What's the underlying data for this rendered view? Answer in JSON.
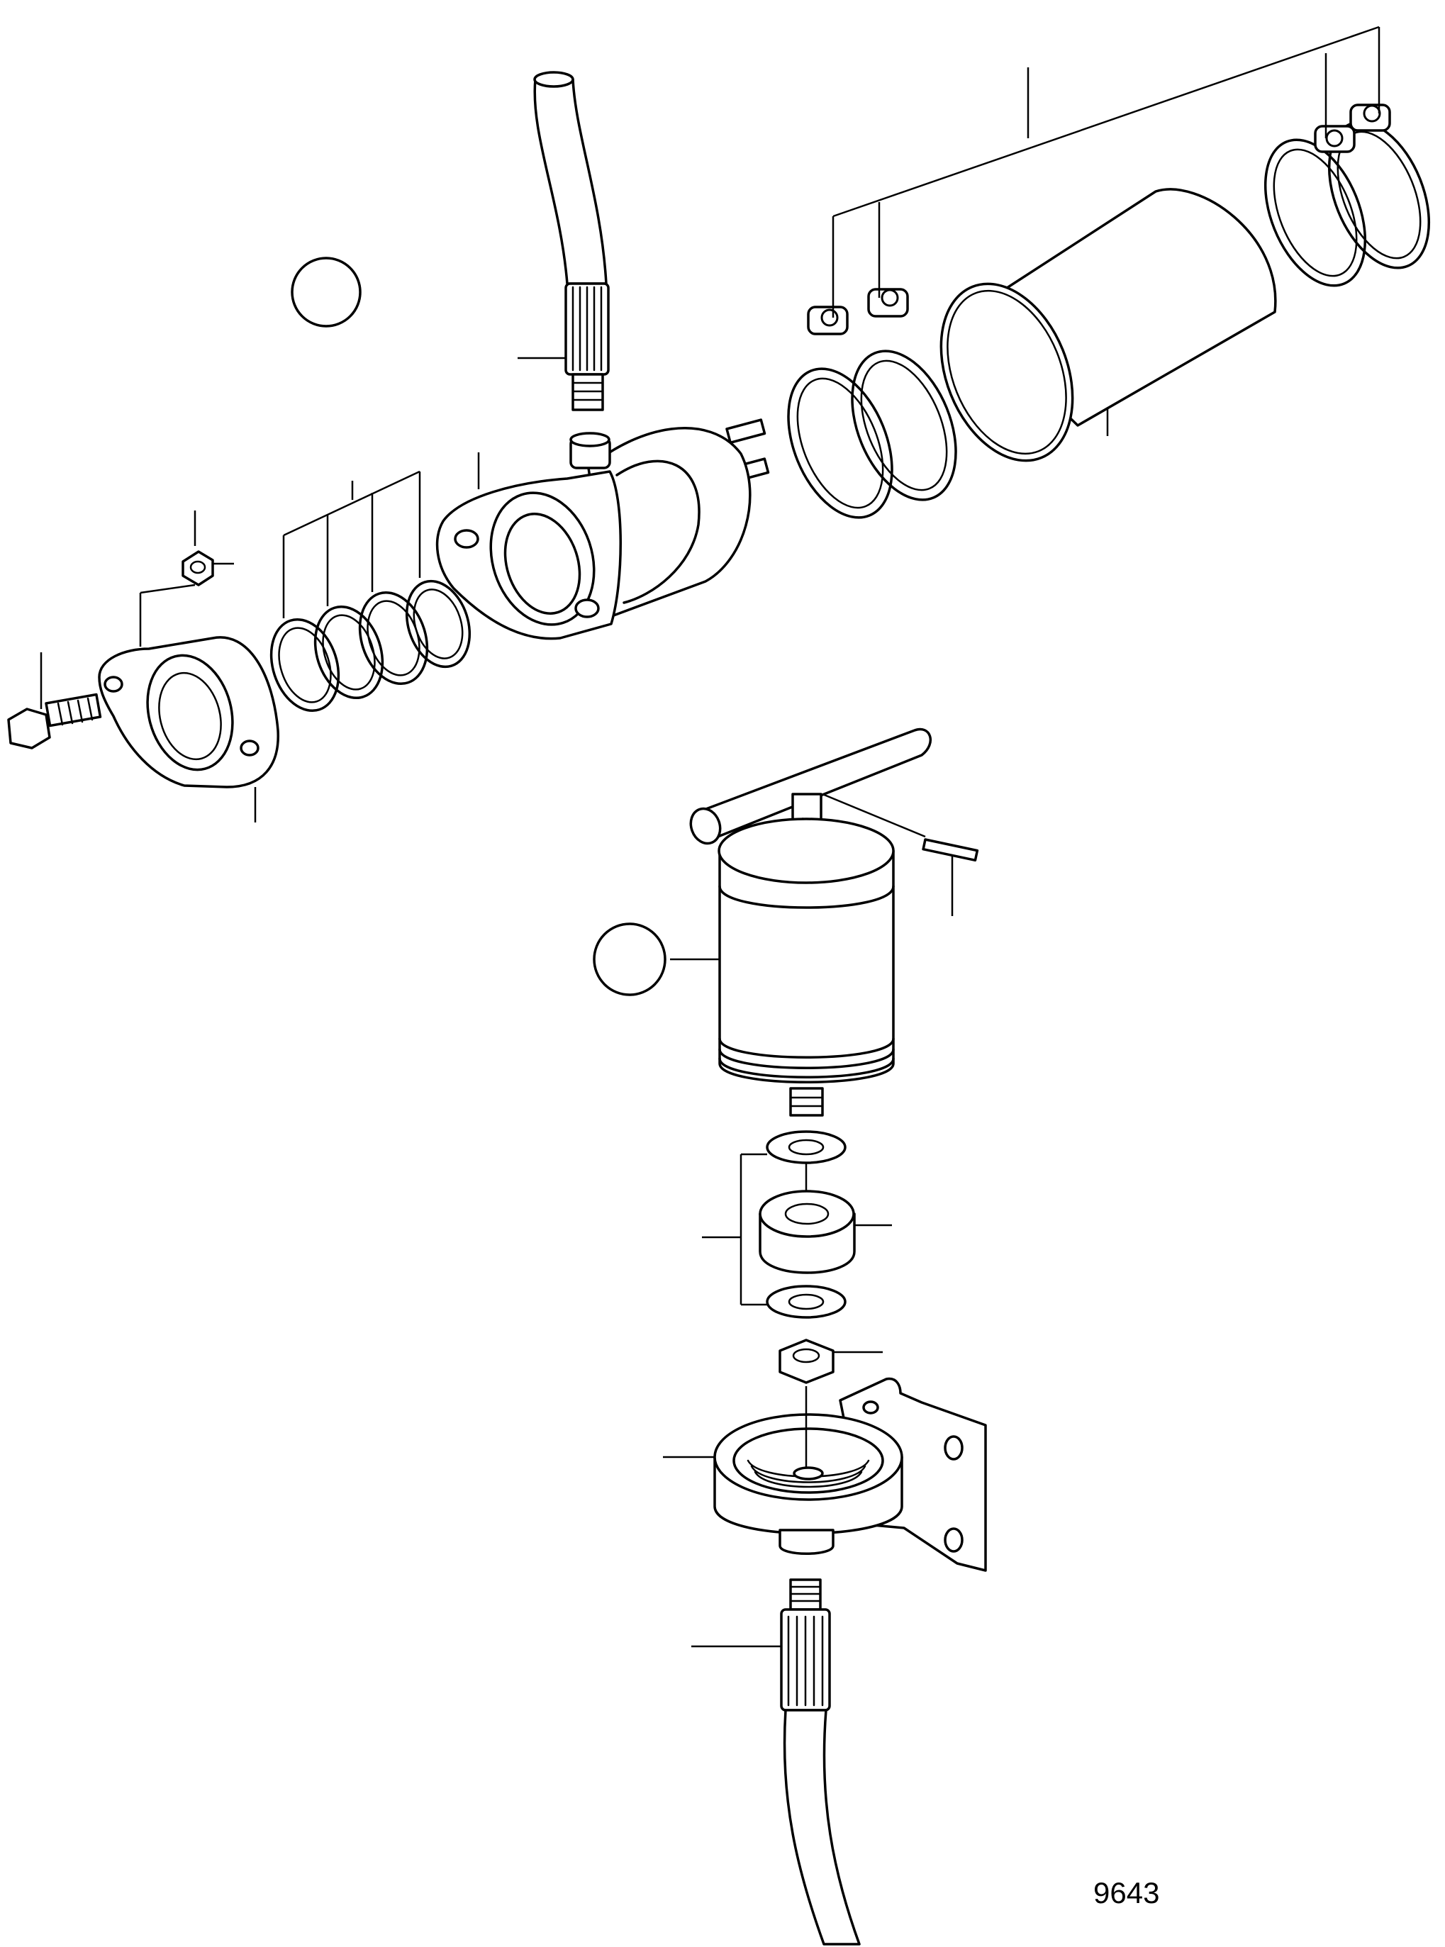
{
  "drawing": {
    "number": "9643"
  },
  "parts": [
    {
      "id": "upper-hose-assembly"
    },
    {
      "id": "water-separator-housing"
    },
    {
      "id": "hose-clamp-pair-left"
    },
    {
      "id": "connection-sleeve"
    },
    {
      "id": "hose-clamp-pair-right"
    },
    {
      "id": "sealing-rings"
    },
    {
      "id": "nut"
    },
    {
      "id": "flange"
    },
    {
      "id": "flange-bolt"
    },
    {
      "id": "fuel-filter"
    },
    {
      "id": "handle-pin"
    },
    {
      "id": "rubber-mount-kit"
    },
    {
      "id": "lock-nut"
    },
    {
      "id": "filter-bracket"
    },
    {
      "id": "lower-hose-assembly"
    }
  ],
  "callout_circles": 2
}
